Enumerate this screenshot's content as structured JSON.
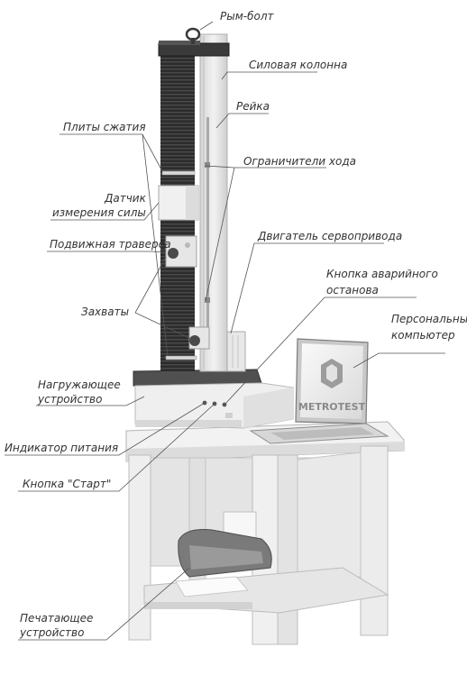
{
  "labels": {
    "eye_bolt": "Рым-болт",
    "power_column": "Силовая колонна",
    "rack": "Рейка",
    "compression_plates": "Плиты сжатия",
    "travel_limiters": "Ограничители хода",
    "load_cell_line1": "Датчик",
    "load_cell_line2": "измерения силы",
    "moving_crosshead": "Подвижная траверса",
    "servo_motor": "Двигатель сервопривода",
    "emergency_stop_line1": "Кнопка аварийного",
    "emergency_stop_line2": "останова",
    "pc_line1": "Персональный",
    "pc_line2": "компьютер",
    "grips": "Захваты",
    "loading_unit_line1": "Нагружающее",
    "loading_unit_line2": "устройство",
    "power_indicator": "Индикатор питания",
    "start_button": "Кнопка \"Старт\"",
    "printer_line1": "Печатающее",
    "printer_line2": "устройство"
  },
  "screen": {
    "logo_text": "METROTEST"
  },
  "colors": {
    "column_dark": "#2c2c2c",
    "column_light": "#e6e6e6",
    "table": "#ededed",
    "granite": "#555555",
    "screen_logo": "#8a8a8a"
  }
}
